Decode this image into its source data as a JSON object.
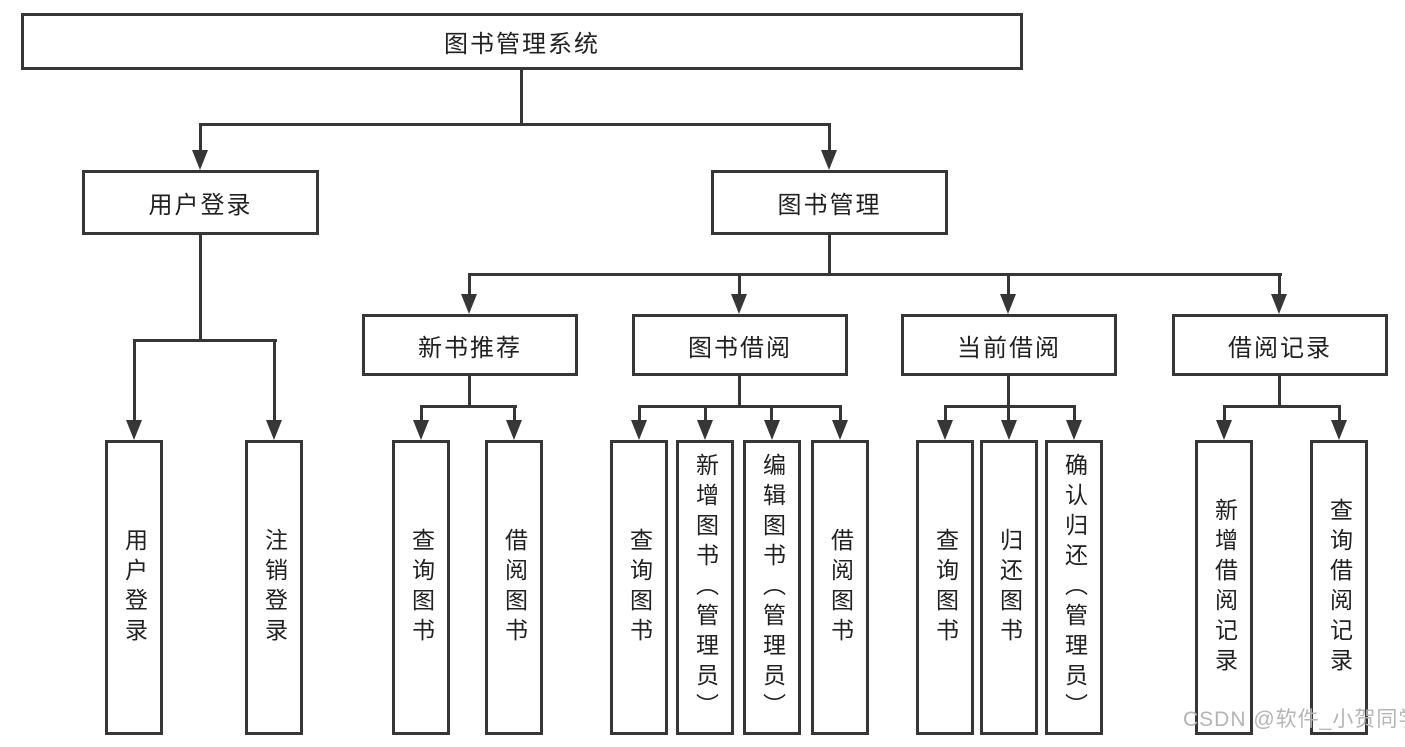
{
  "tree": {
    "root": {
      "label": "图书管理系统"
    },
    "branches": [
      {
        "label": "用户登录",
        "children": [
          {
            "label": "用户登录"
          },
          {
            "label": "注销登录"
          }
        ]
      },
      {
        "label": "图书管理",
        "children": [
          {
            "label": "新书推荐",
            "children": [
              {
                "label": "查询图书"
              },
              {
                "label": "借阅图书"
              }
            ]
          },
          {
            "label": "图书借阅",
            "children": [
              {
                "label": "查询图书"
              },
              {
                "label": "新增图书（管理员）"
              },
              {
                "label": "编辑图书（管理员）"
              },
              {
                "label": "借阅图书"
              }
            ]
          },
          {
            "label": "当前借阅",
            "children": [
              {
                "label": "查询图书"
              },
              {
                "label": "归还图书"
              },
              {
                "label": "确认归还（管理员）"
              }
            ]
          },
          {
            "label": "借阅记录",
            "children": [
              {
                "label": "新增借阅记录"
              },
              {
                "label": "查询借阅记录"
              }
            ]
          }
        ]
      }
    ]
  },
  "watermark": "CSDN @软件_小贺同学",
  "colors": {
    "line": "#363636",
    "text": "#212121",
    "background": "#ffffff",
    "watermark": "#b5b5b5"
  }
}
